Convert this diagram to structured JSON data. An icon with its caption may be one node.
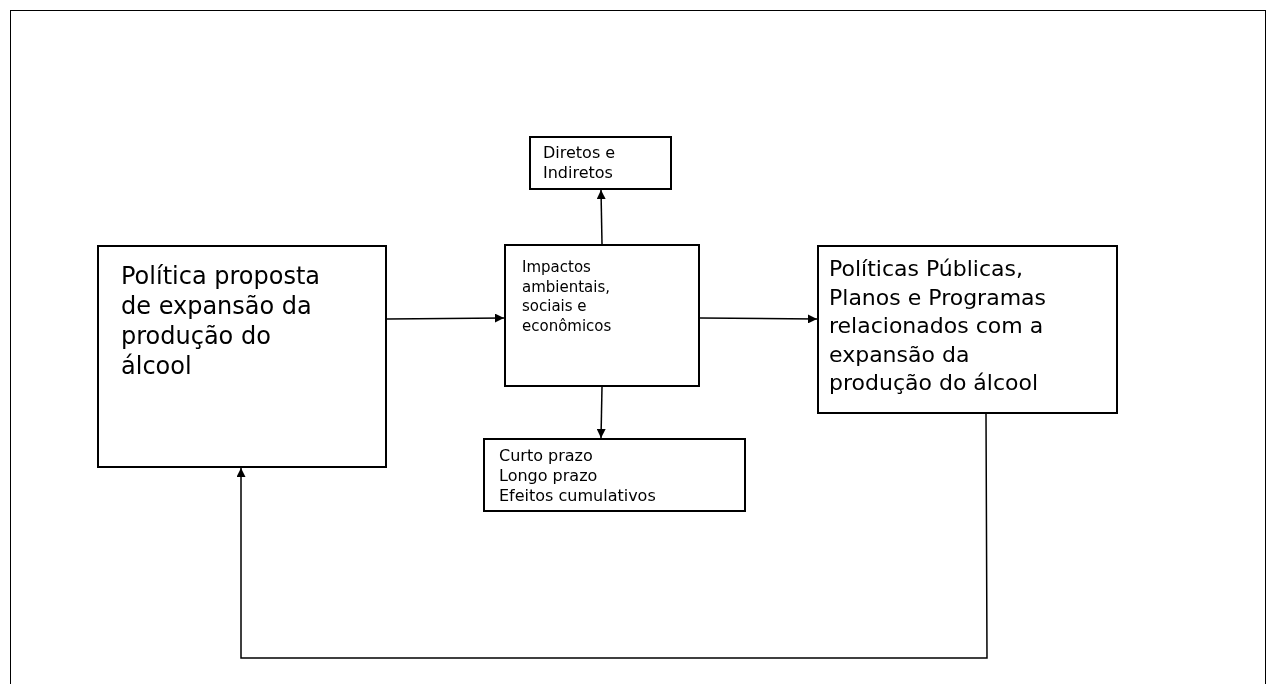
{
  "diagram": {
    "nodes": [
      {
        "text": [
          "Política proposta de expansão da produção do álcool"
        ]
      },
      {
        "text": [
          "Diretos e Indiretos"
        ]
      },
      {
        "text": [
          "Impactos ambientais, sociais e econômicos"
        ]
      },
      {
        "text": [
          "Políticas Públicas, Planos e Programas relacionados com a expansão da produção do álcool"
        ]
      },
      {
        "text": [
          "Curto prazo",
          "Longo prazo",
          "Efeitos cumulativos"
        ]
      }
    ],
    "edges": [
      {
        "from": 0,
        "to": 2,
        "arrow": "to"
      },
      {
        "from": 2,
        "to": 1,
        "arrow": "to"
      },
      {
        "from": 2,
        "to": 4,
        "arrow": "to"
      },
      {
        "from": 2,
        "to": 3,
        "arrow": "to"
      },
      {
        "from": 3,
        "to": 0,
        "arrow": "to"
      }
    ]
  }
}
